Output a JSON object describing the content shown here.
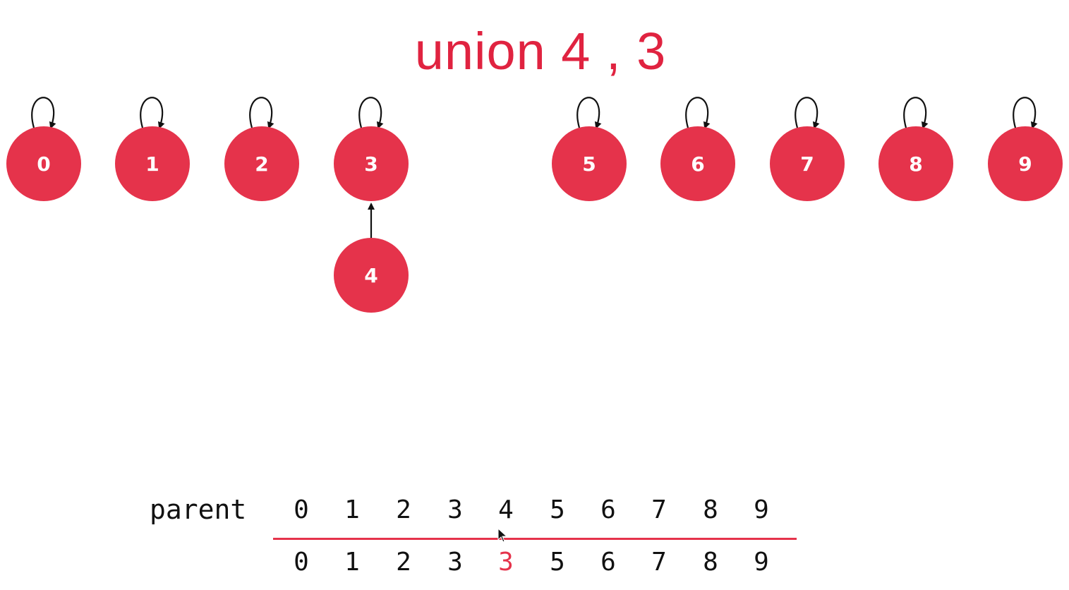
{
  "title": "union 4 , 3",
  "colors": {
    "node": "#e5334b",
    "title": "#e02340",
    "divider": "#e5334b",
    "edge": "#111111"
  },
  "nodes": [
    {
      "id": "0",
      "label": "0"
    },
    {
      "id": "1",
      "label": "1"
    },
    {
      "id": "2",
      "label": "2"
    },
    {
      "id": "3",
      "label": "3"
    },
    {
      "id": "4",
      "label": "4"
    },
    {
      "id": "5",
      "label": "5"
    },
    {
      "id": "6",
      "label": "6"
    },
    {
      "id": "7",
      "label": "7"
    },
    {
      "id": "8",
      "label": "8"
    },
    {
      "id": "9",
      "label": "9"
    }
  ],
  "edges": [
    {
      "from": "0",
      "to": "0"
    },
    {
      "from": "1",
      "to": "1"
    },
    {
      "from": "2",
      "to": "2"
    },
    {
      "from": "3",
      "to": "3"
    },
    {
      "from": "4",
      "to": "3"
    },
    {
      "from": "5",
      "to": "5"
    },
    {
      "from": "6",
      "to": "6"
    },
    {
      "from": "7",
      "to": "7"
    },
    {
      "from": "8",
      "to": "8"
    },
    {
      "from": "9",
      "to": "9"
    }
  ],
  "table": {
    "label": "parent",
    "index": [
      "0",
      "1",
      "2",
      "3",
      "4",
      "5",
      "6",
      "7",
      "8",
      "9"
    ],
    "values": [
      "0",
      "1",
      "2",
      "3",
      "3",
      "5",
      "6",
      "7",
      "8",
      "9"
    ],
    "changed_index": 4
  },
  "cursor_icon": "mouse-pointer-icon"
}
